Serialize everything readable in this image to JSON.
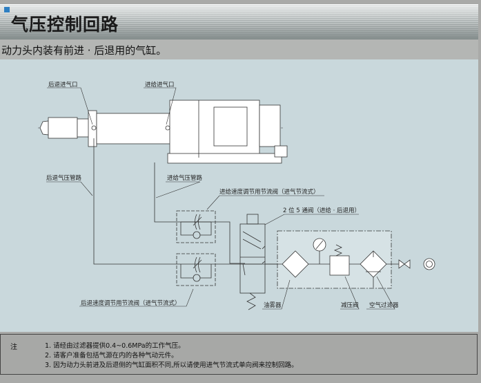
{
  "header": {
    "title": "气压控制回路",
    "subtitle": "动力头内装有前进 · 后退用的气缸。"
  },
  "diagram": {
    "labels": {
      "retract_port": "后退进气口",
      "feed_port": "进给进气口",
      "retract_line": "后退气压管路",
      "feed_line": "进给气压管路",
      "feed_throttle": "进给速度调节用节流阀（进气节流式）",
      "valve_2_5": "2 位 5 通阀（进给 · 后退用）",
      "retract_throttle": "后退速度调节用节流阀（进气节流式）",
      "lubricator": "油雾器",
      "regulator": "减压阀",
      "air_filter": "空气过滤器"
    }
  },
  "notes": {
    "label": "注",
    "items": [
      "1. 请经由过滤器提供0.4~0.6MPa的工作气压。",
      "2. 请客户准备包括气源在内的各种气动元件。",
      "3. 因为动力头前进及后退侧的气缸面积不同,所以请使用进气节流式单向阀来控制回路。"
    ]
  },
  "colors": {
    "panel": "#c9d8dc",
    "accent": "#2e7fc2"
  }
}
